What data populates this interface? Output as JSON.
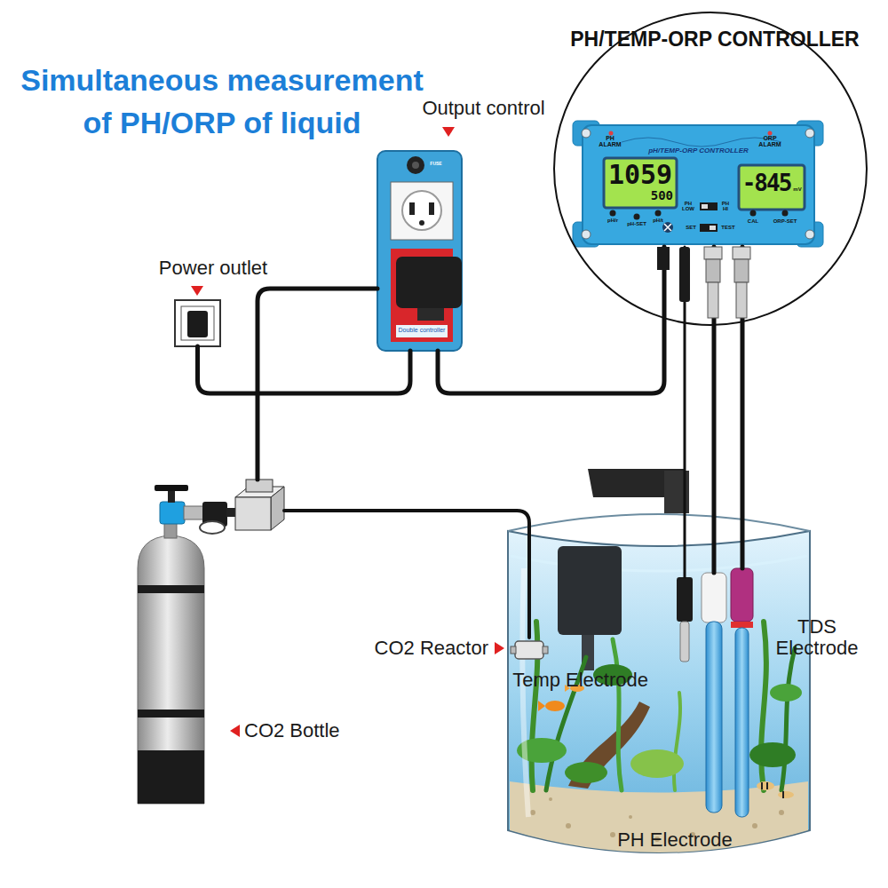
{
  "diagram": {
    "title": "Simultaneous measurement of PH/ORP of liquid",
    "nodes": [
      {
        "text": [
          "PH/TEMP-ORP CONTROLLER"
        ]
      },
      {
        "text": [
          "pH/TEMP-ORP CONTROLLER"
        ],
        "in": 0
      },
      {
        "text": [
          "Output control",
          "Double controller"
        ]
      },
      {
        "text": [
          "Power outlet"
        ]
      },
      {
        "text": [
          "CO2 Bottle"
        ]
      },
      {
        "text": [
          "CO2 Reactor"
        ]
      },
      {
        "text": [
          "Temp Electrode"
        ]
      },
      {
        "text": [
          "TDS Electrode"
        ]
      },
      {
        "text": [
          "PH Electrode"
        ]
      }
    ],
    "edges": [
      {
        "from": 3,
        "to": 2,
        "arrow": "none"
      },
      {
        "from": 2,
        "to": 1,
        "arrow": "none"
      },
      {
        "from": 2,
        "to": 4,
        "arrow": "none"
      },
      {
        "from": 4,
        "to": 5,
        "arrow": "none"
      },
      {
        "from": 1,
        "to": 6,
        "arrow": "none"
      },
      {
        "from": 1,
        "to": 8,
        "arrow": "none"
      },
      {
        "from": 1,
        "to": 7,
        "arrow": "none"
      }
    ],
    "labels": [
      "PH ALARM",
      "ORP ALARM",
      "1059",
      "500",
      "-845",
      "mV",
      "pH/r",
      "pH-SET",
      "pH/t",
      "PH LOW",
      "PH HI",
      "SET",
      "TEST",
      "CAL",
      "ORP-SET",
      "FUSE"
    ]
  }
}
